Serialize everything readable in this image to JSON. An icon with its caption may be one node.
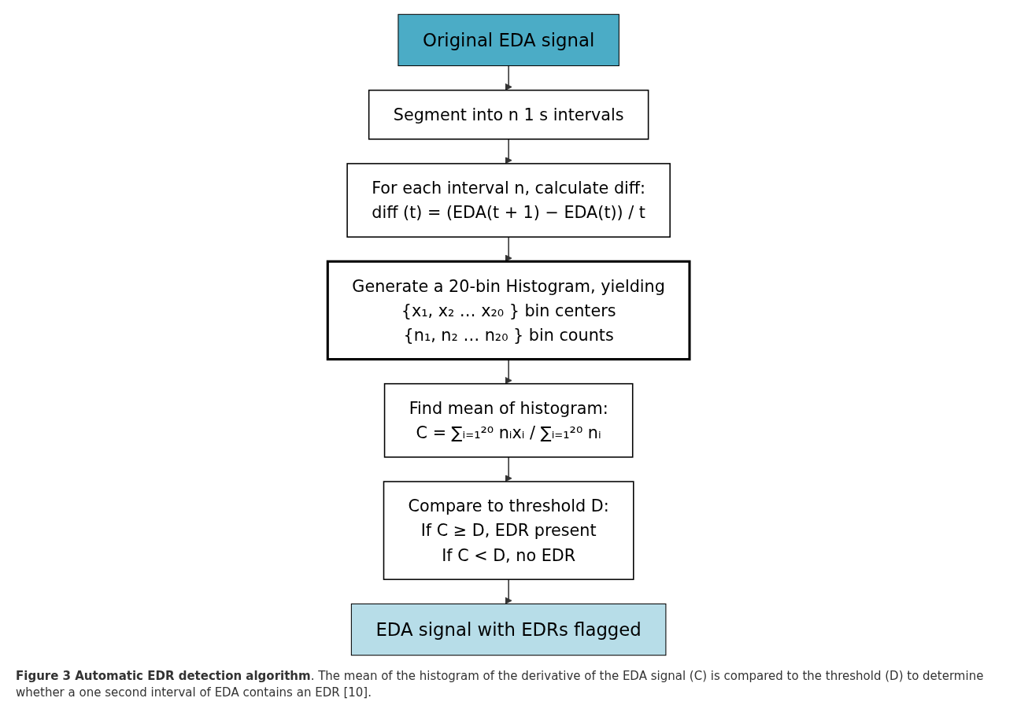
{
  "diagram": {
    "caption": "**Figure 3 Automatic EDR detection algorithm**. The mean of the histogram of the derivative of the EDA signal (C) is compared to the threshold (D) to determine whether a one second interval of EDA contains an EDR [10].",
    "nodes": [
      {
        "text": [
          "Original EDA signal"
        ]
      },
      {
        "text": [
          "Segment into n 1 s intervals"
        ]
      },
      {
        "text": [
          "For each interval n, calculate diff:",
          "diff (t) = (EDA(t + 1) − EDA(t)) / t"
        ]
      },
      {
        "text": [
          "Generate a 20-bin Histogram, yielding",
          "{x₁, x₂ … x₂₀ } bin centers",
          "{n₁, n₂ … n₂₀ } bin counts"
        ]
      },
      {
        "text": [
          "Find mean of histogram:",
          "C = ∑ᵢ₌₁²⁰ nᵢxᵢ / ∑ᵢ₌₁²⁰ nᵢ"
        ]
      },
      {
        "text": [
          "Compare to threshold D:",
          "If C ≥ D, EDR present",
          "If C < D, no EDR"
        ]
      },
      {
        "text": [
          "EDA signal with EDRs flagged"
        ]
      }
    ],
    "edges": [
      {
        "from": 0,
        "to": 1,
        "arrow": "to"
      },
      {
        "from": 1,
        "to": 2,
        "arrow": "to"
      },
      {
        "from": 2,
        "to": 3,
        "arrow": "to"
      },
      {
        "from": 3,
        "to": 4,
        "arrow": "to"
      },
      {
        "from": 4,
        "to": 5,
        "arrow": "to"
      },
      {
        "from": 5,
        "to": 6,
        "arrow": "to"
      }
    ]
  }
}
